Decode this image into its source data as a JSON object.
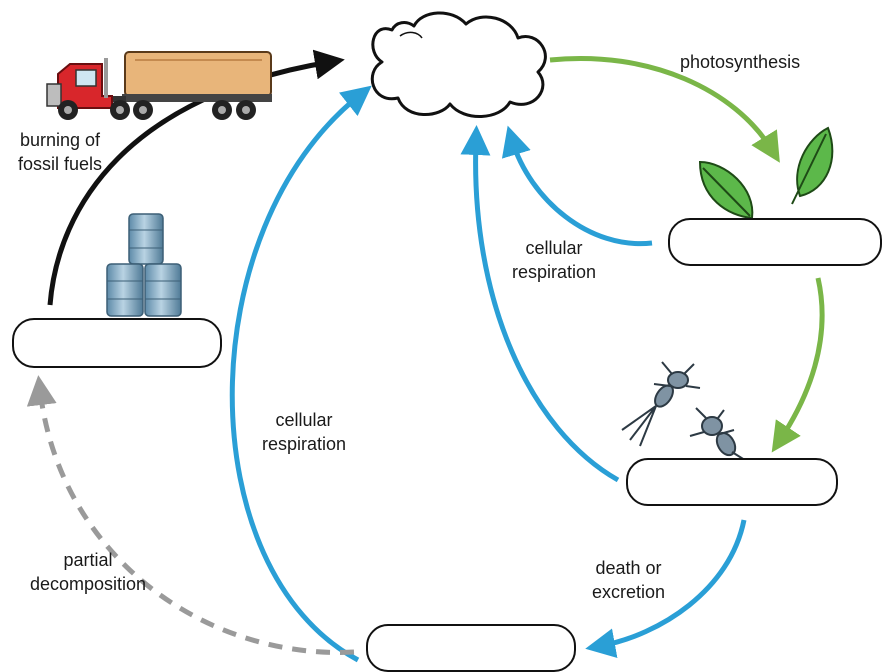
{
  "labels": {
    "photosynthesis": "photosynthesis",
    "burning": [
      "burning of",
      "fossil fuels"
    ],
    "respiration_right": [
      "cellular",
      "respiration"
    ],
    "respiration_center": [
      "cellular",
      "respiration"
    ],
    "death": [
      "death or",
      "excretion"
    ],
    "partial": [
      "partial",
      "decomposition"
    ]
  },
  "blank_boxes": [
    "fossil-fuels-box",
    "plants-box",
    "animals-box",
    "decomposers-box"
  ],
  "colors": {
    "blue_arrow": "#2a9fd6",
    "green_arrow": "#7ab648",
    "black_arrow": "#111111",
    "gray_arrow": "#9a9a9a",
    "leaf": "#5cb84a",
    "truck_cab": "#d8262b",
    "trailer": "#e8b57a",
    "barrel": "#7fa6bf"
  }
}
